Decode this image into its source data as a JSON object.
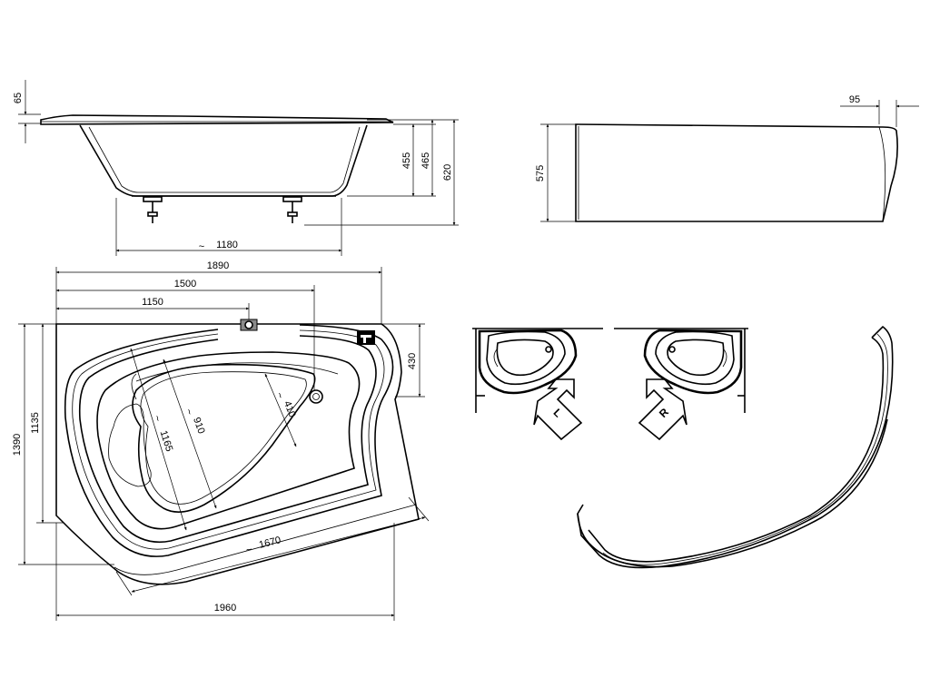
{
  "drawing": {
    "side_view": {
      "d65": "65",
      "d455": "455",
      "d465": "465",
      "d620": "620",
      "d1180": "1180"
    },
    "panel_view": {
      "d95": "95",
      "d575": "575"
    },
    "top_view": {
      "d1890": "1890",
      "d1500": "1500",
      "d1150": "1150",
      "d1390": "1390",
      "d1135": "1135",
      "d430": "430",
      "d410": "410",
      "d910": "910",
      "d1165": "1165",
      "d1670": "1670",
      "d1960": "1960"
    },
    "variants": {
      "left_label": "L",
      "right_label": "R"
    },
    "approx_symbol": "~"
  }
}
